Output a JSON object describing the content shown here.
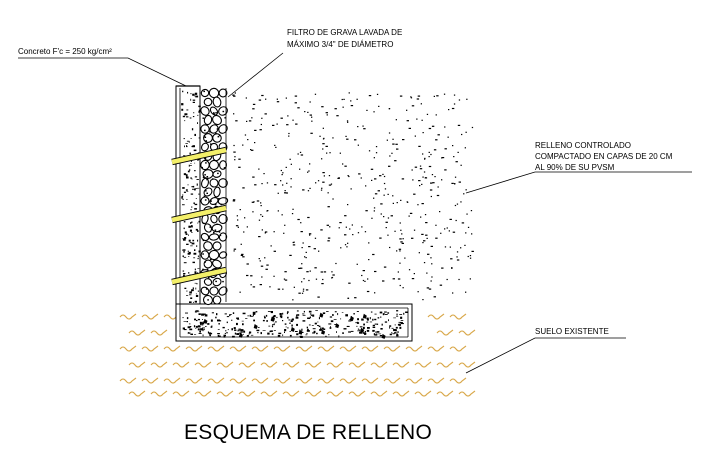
{
  "labels": {
    "concrete": "Concreto F'c = 250 kg/cm²",
    "filter_line1": "FILTRO DE GRAVA LAVADA DE",
    "filter_line2": "MÁXIMO 3/4\" DE DIÁMETRO",
    "backfill_line1": "RELLENO CONTROLADO",
    "backfill_line2": "COMPACTADO EN CAPAS DE 20 CM",
    "backfill_line3": "AL 90% DE SU PVSM",
    "soil": "SUELO EXISTENTE"
  },
  "title": "ESQUEMA DE RELLENO",
  "colors": {
    "line": "#000000",
    "drain_pipe": "#f3ef6a",
    "soil_hatch": "#d9a84a",
    "background": "#ffffff"
  }
}
